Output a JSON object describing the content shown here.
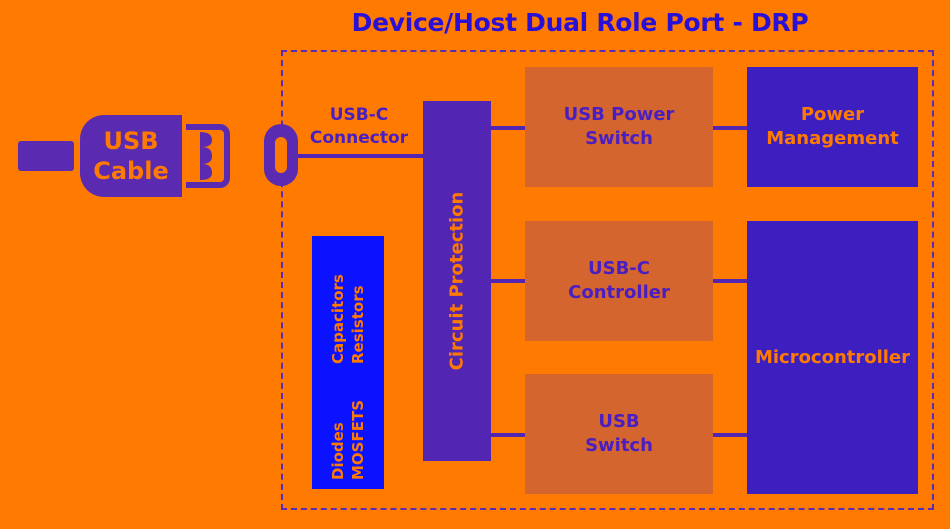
{
  "title": "Device/Host Dual Role Port - DRP",
  "cable": {
    "label_line1": "USB",
    "label_line2": "Cable",
    "icon": "usb-cable-icon"
  },
  "connector": {
    "label_line1": "USB-C",
    "label_line2": "Connector",
    "icon": "usb-c-port-icon"
  },
  "circuit_protection": {
    "label": "Circuit Protection"
  },
  "components": {
    "group1": [
      "Capacitors",
      "Resistors"
    ],
    "group2": [
      "Diodes",
      "MOSFETS"
    ]
  },
  "blocks": {
    "usb_power_switch": {
      "line1": "USB Power",
      "line2": "Switch"
    },
    "usb_c_controller": {
      "line1": "USB-C",
      "line2": "Controller"
    },
    "usb_switch": {
      "line1": "USB",
      "line2": "Switch"
    },
    "power_management": {
      "line1": "Power",
      "line2": "Management"
    },
    "microcontroller": {
      "line1": "Microcontroller"
    }
  },
  "colors": {
    "background": "#ff7a00",
    "title": "#2a10d6",
    "orange_block": "#d4652e",
    "purple_block": "#3d1fc0",
    "circuit_protection": "#5226b3",
    "components": "#0a12ff"
  }
}
